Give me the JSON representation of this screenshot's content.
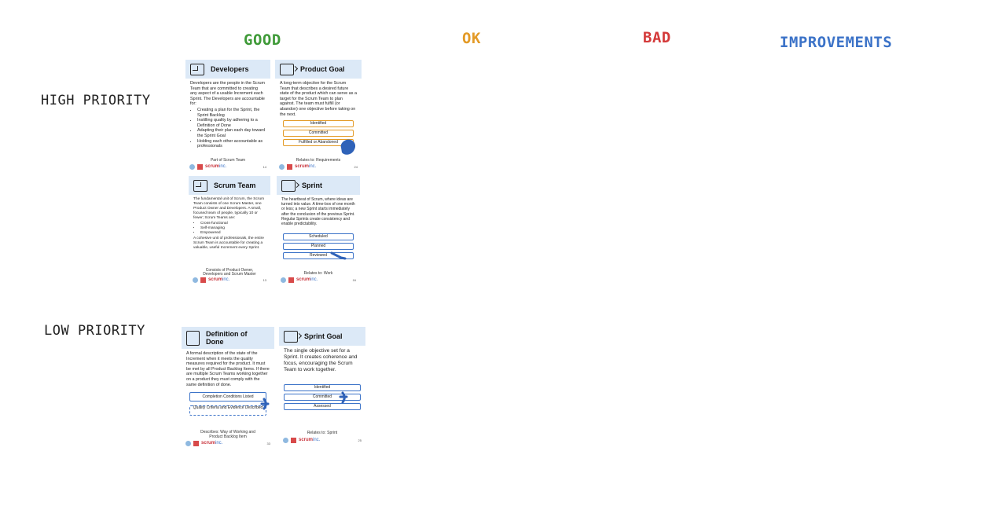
{
  "columns": {
    "good": "GOOD",
    "ok": "OK",
    "bad": "BAD",
    "improvements": "IMPROVEMENTS"
  },
  "rows": {
    "high": "HIGH PRIORITY",
    "low": "LOW PRIORITY"
  },
  "colors": {
    "good": "#3f9a38",
    "ok": "#e39a26",
    "bad": "#d43a3a",
    "improvements": "#3c73c8",
    "card_header": "#dce9f7",
    "marker": "#2f62b8"
  },
  "cards": {
    "developers": {
      "title": "Developers",
      "icon": "role-icon",
      "intro": "Developers are the people in the Scrum Team that are committed to creating any aspect of a usable Increment each Sprint. The Developers are accountable for:",
      "bullets": [
        "Creating a plan for the Sprint, the Sprint Backlog",
        "Instilling quality by adhering to a Definition of Done",
        "Adapting their plan each day toward the Sprint Goal",
        "Holding each other accountable as professionals"
      ],
      "relation": "Part of Scrum Team",
      "brand": "scrum",
      "brand_suffix": "inc.",
      "page": "14"
    },
    "product_goal": {
      "title": "Product Goal",
      "icon": "commitment-icon",
      "intro": "A long-term objective for the Scrum Team that describes a desired future state of the product which can serve as a target for the Scrum Team to plan against. The team must fulfill (or abandon) one objective before taking on the next.",
      "states": [
        "Identified",
        "Committed",
        "Fulfilled or Abandoned"
      ],
      "relation": "Relates to: Requirements",
      "brand": "scrum",
      "brand_suffix": "inc.",
      "page": "24"
    },
    "scrum_team": {
      "title": "Scrum Team",
      "icon": "role-icon",
      "intro": "The fundamental unit of Scrum, the Scrum Team consists of one Scrum Master, one Product Owner and Developers. A small, focused team of people, typically 10 or fewer; Scrum Teams are:",
      "bullets": [
        "Cross-functional",
        "Self-managing",
        "Empowered"
      ],
      "outro": "A cohesive unit of professionals, the entire Scrum Team is accountable for creating a valuable, useful Increment every Sprint.",
      "relation_line1": "Consists of Product Owner,",
      "relation_line2": "Developers and Scrum Master",
      "brand": "scrum",
      "brand_suffix": "inc.",
      "page": "13"
    },
    "sprint": {
      "title": "Sprint",
      "icon": "event-icon",
      "intro": "The heartbeat of Scrum, where ideas are turned into value. A time-box of one month or less; a new Sprint starts immediately after the conclusion of the previous Sprint. Regular Sprints create consistency and enable predictability.",
      "states": [
        "Scheduled",
        "Planned",
        "Reviewed"
      ],
      "relation": "Relates to: Work",
      "brand": "scrum",
      "brand_suffix": "inc.",
      "page": "16"
    },
    "definition_of_done": {
      "title": "Definition of Done",
      "icon": "artifact-icon",
      "intro": "A formal description of the state of the Increment when it meets the quality measures required for the product. It must be met by all Product Backlog Items. If there are multiple Scrum Teams working together on a product they must comply with the same definition of done.",
      "states": [
        "Completion Conditions Listed",
        "Quality Criteria and Evidence Described"
      ],
      "relation_line1": "Describes: Way of Working and",
      "relation_line2": "Product Backlog Item",
      "brand": "scrum",
      "brand_suffix": "inc.",
      "page": "33"
    },
    "sprint_goal": {
      "title": "Sprint Goal",
      "icon": "commitment-icon",
      "intro": "The single objective set for a Sprint. It creates coherence and focus, encouraging the Scrum Team to work together.",
      "states": [
        "Identified",
        "Committed",
        "Assessed"
      ],
      "relation": "Relates to: Sprint",
      "brand": "scrum",
      "brand_suffix": "inc.",
      "page": "25"
    }
  }
}
